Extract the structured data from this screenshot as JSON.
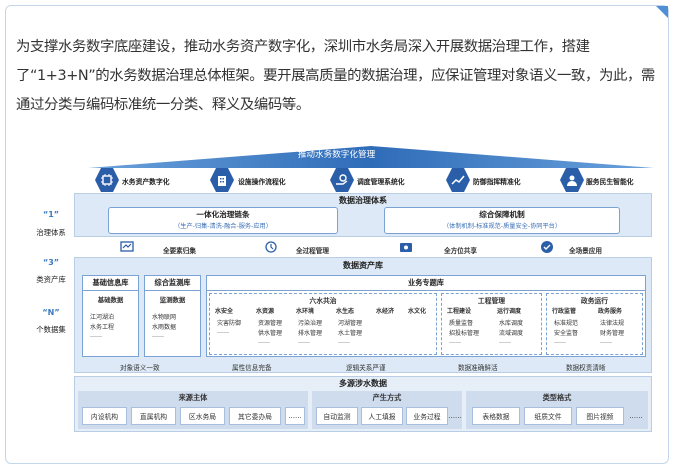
{
  "paragraph": "为支撑水务数字底座建设，推动水务资产数字化，深圳市水务局深入开展数据治理工作，搭建了“1+3+N”的水务数据治理总体框架。要开展高质量的数据治理，应保证管理对象语义一致，为此，需通过分类与编码标准统一分类、释义及编码等。",
  "diagram": {
    "banner_title": "推动水务数字化管理",
    "top_items": [
      "水务资产数字化",
      "设施操作流程化",
      "调度管理系统化",
      "防御指挥精准化",
      "服务民生智能化"
    ],
    "side": [
      {
        "quote": "“1”",
        "label": "治理体系"
      },
      {
        "quote": "“3”",
        "label": "类资产库"
      },
      {
        "quote": "“N”",
        "label": "个数据集"
      }
    ],
    "governance": {
      "title": "数据治理体系",
      "left_title": "一体化治理链条",
      "left_sub": "（生产-归集-清洗-融合-服务-应用）",
      "right_title": "综合保障机制",
      "right_sub": "（体制机制-标准规范-质量安全-协同平台）"
    },
    "middle_row": [
      "全要素归集",
      "全过程管理",
      "全方位共享",
      "全场景应用"
    ],
    "assets": {
      "title": "数据资产库",
      "base_lib": {
        "title": "基础信息库",
        "sub": "基础数据",
        "items": [
          "江河湖泊",
          "水务工程",
          "……"
        ]
      },
      "monitor_lib": {
        "title": "综合监测库",
        "sub": "监测数据",
        "items": [
          "水物联网",
          "水雨数据",
          "……"
        ]
      },
      "topic_lib": {
        "title": "业务专题库",
        "six_water": {
          "title": "六水共治",
          "cols": [
            {
              "title": "水安全",
              "items": [
                "灾害防御",
                "……"
              ]
            },
            {
              "title": "水资源",
              "items": [
                "资源管理",
                "供水管理",
                "……"
              ]
            },
            {
              "title": "水环境",
              "items": [
                "污染治理",
                "排水管理",
                "……"
              ]
            },
            {
              "title": "水生态",
              "items": [
                "河湖管理",
                "水土管理",
                "……"
              ]
            },
            {
              "title": "水经济",
              "items": []
            },
            {
              "title": "水文化",
              "items": []
            }
          ]
        },
        "engineering": {
          "title": "工程管理",
          "cols": [
            {
              "title": "工程建设",
              "items": [
                "质量监督",
                "招投标管理",
                "……"
              ]
            },
            {
              "title": "运行调度",
              "items": [
                "水库调度",
                "流域调度",
                "……"
              ]
            }
          ]
        },
        "political": {
          "title": "政务运行",
          "cols": [
            {
              "title": "行政监管",
              "items": [
                "标准规范",
                "安全监督",
                "……"
              ]
            },
            {
              "title": "政务服务",
              "items": [
                "法律法规",
                "财务管理",
                "……"
              ]
            }
          ]
        }
      },
      "bottom_labels": [
        "对象语义一致",
        "属性信息完备",
        "逻辑关系严谨",
        "数据准确鲜活",
        "数据权责清晰"
      ]
    },
    "sources": {
      "title": "多源涉水数据",
      "groups": [
        {
          "title": "来源主体",
          "tiles": [
            "内设机构",
            "直属机构",
            "区水务局",
            "其它委办局"
          ]
        },
        {
          "title": "产生方式",
          "tiles": [
            "自动监测",
            "人工填报",
            "业务过程"
          ]
        },
        {
          "title": "类型格式",
          "tiles": [
            "表格数据",
            "纸质文件",
            "图片视频"
          ]
        }
      ],
      "ellipsis": "……"
    }
  }
}
